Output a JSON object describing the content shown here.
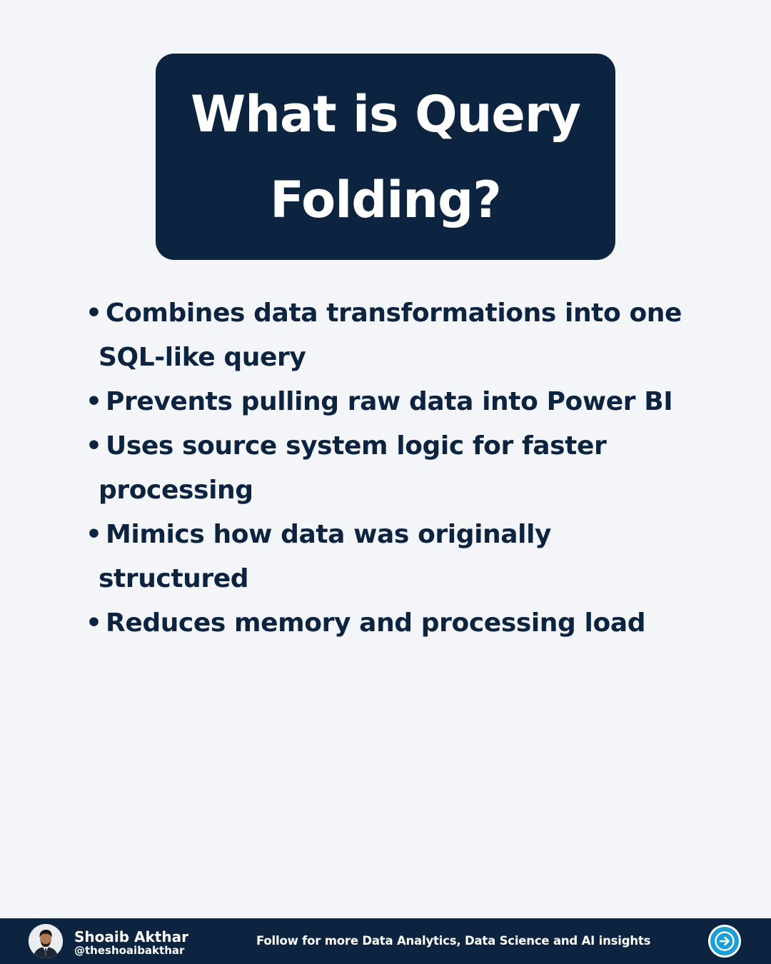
{
  "title": {
    "line1": "What is Query",
    "line2": "Folding?"
  },
  "bullets": [
    {
      "marker": "•",
      "text": "Combines data transformations into one SQL-like query"
    },
    {
      "marker": "•",
      "text": "Prevents pulling raw data into Power BI"
    },
    {
      "marker": "•",
      "text": "Uses source system logic for faster processing"
    },
    {
      "marker": "•",
      "text": "Mimics how data was originally structured"
    },
    {
      "marker": "•",
      "text": "Reduces memory and processing load"
    }
  ],
  "footer": {
    "author_name": "Shoaib Akthar",
    "author_handle": "@theshoaibakthar",
    "cta": "Follow for more Data Analytics, Data Science and AI insights",
    "next_icon": "arrow-right-circle-icon"
  },
  "colors": {
    "background": "#f3f5f9",
    "navy": "#0d2440",
    "accent": "#1a9fd6",
    "white": "#ffffff"
  }
}
